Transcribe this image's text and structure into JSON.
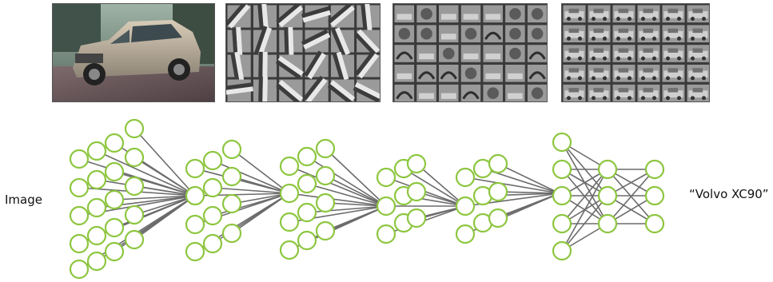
{
  "left_label": "Image",
  "right_label": "“Volvo XC90”",
  "panels": [
    {
      "name": "input-photo",
      "content": "silver SUV photo"
    },
    {
      "name": "layer1-features",
      "content": "edge filter grid"
    },
    {
      "name": "layer2-features",
      "content": "part filter grid"
    },
    {
      "name": "layer3-features",
      "content": "car-like filter grid"
    }
  ],
  "colors": {
    "node": "#8dc63f",
    "edge": "#6b6b6b"
  }
}
